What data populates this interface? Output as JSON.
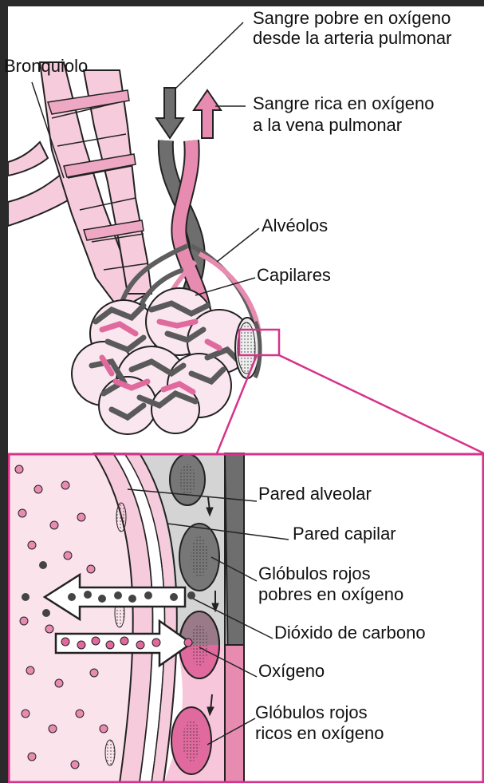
{
  "labels": {
    "bronchiole": "Bronquiolo",
    "deoxy_blood_line1": "Sangre pobre en oxígeno",
    "deoxy_blood_line2": "desde la arteria pulmonar",
    "oxy_blood_line1": "Sangre rica en oxígeno",
    "oxy_blood_line2": "a la vena pulmonar",
    "alveoli": "Alvéolos",
    "capillaries": "Capilares",
    "alveolar_wall": "Pared alveolar",
    "capillary_wall": "Pared capilar",
    "rbc_poor_line1": "Glóbulos rojos",
    "rbc_poor_line2": "pobres en oxígeno",
    "co2": "Dióxido de carbono",
    "oxygen": "Oxígeno",
    "rbc_rich_line1": "Glóbulos rojos",
    "rbc_rich_line2": "ricos en oxígeno"
  },
  "colors": {
    "pink_light": "#f6cbdc",
    "pink_mid": "#e88bb0",
    "pink_dark": "#d6337a",
    "magenta_frame": "#d6338a",
    "gray_dark": "#555555",
    "gray_mid": "#7d7d7d",
    "alveolus_fill": "#f9e6ee"
  }
}
